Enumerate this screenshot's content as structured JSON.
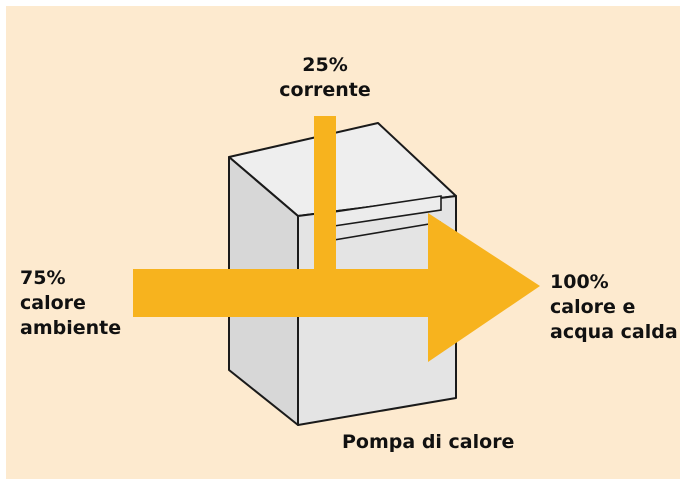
{
  "colors": {
    "background": "#fdeacf",
    "arrow": "#f7b31e",
    "box_front": "#e4e4e4",
    "box_side": "#d7d7d7",
    "box_top": "#eeeeee",
    "outline": "#1a1a1a"
  },
  "labels": {
    "input_power": {
      "percent": "25%",
      "text": "corrente"
    },
    "input_ambient": {
      "percent": "75%",
      "line1": "calore",
      "line2": "ambiente"
    },
    "output": {
      "percent": "100%",
      "line1": "calore e",
      "line2": "acqua calda"
    },
    "device": "Pompa di calore"
  }
}
